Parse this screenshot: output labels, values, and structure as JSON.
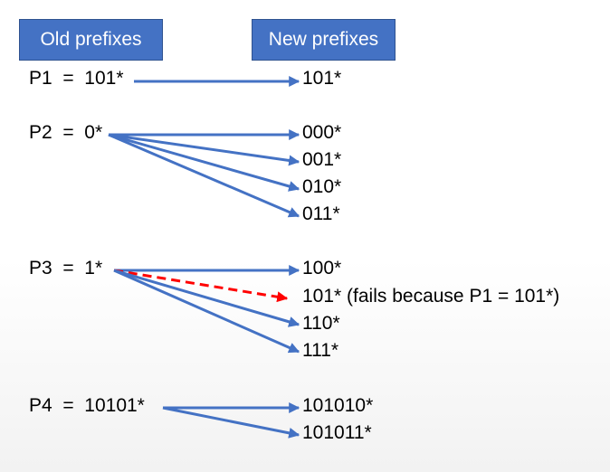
{
  "headers": {
    "old": "Old prefixes",
    "new": "New prefixes"
  },
  "old_prefixes": [
    {
      "id": "p1",
      "text": "P1  =  101*"
    },
    {
      "id": "p2",
      "text": "P2  =  0*"
    },
    {
      "id": "p3",
      "text": "P3  =  1*"
    },
    {
      "id": "p4",
      "text": "P4  =  10101*"
    }
  ],
  "new_prefixes": [
    {
      "id": "n1",
      "text": "101*",
      "from": "p1",
      "status": "ok"
    },
    {
      "id": "n2",
      "text": "000*",
      "from": "p2",
      "status": "ok"
    },
    {
      "id": "n3",
      "text": "001*",
      "from": "p2",
      "status": "ok"
    },
    {
      "id": "n4",
      "text": "010*",
      "from": "p2",
      "status": "ok"
    },
    {
      "id": "n5",
      "text": "011*",
      "from": "p2",
      "status": "ok"
    },
    {
      "id": "n6",
      "text": "100*",
      "from": "p3",
      "status": "ok"
    },
    {
      "id": "n7",
      "text": "101* (fails because P1 = 101*)",
      "from": "p3",
      "status": "fails"
    },
    {
      "id": "n8",
      "text": "110*",
      "from": "p3",
      "status": "ok"
    },
    {
      "id": "n9",
      "text": "111*",
      "from": "p3",
      "status": "ok"
    },
    {
      "id": "n10",
      "text": "101010*",
      "from": "p4",
      "status": "ok"
    },
    {
      "id": "n11",
      "text": "101011*",
      "from": "p4",
      "status": "ok"
    }
  ],
  "colors": {
    "arrow": "#4472c4",
    "fail_arrow": "#ff0000",
    "header_fill": "#4472c4",
    "header_text": "#ffffff"
  }
}
